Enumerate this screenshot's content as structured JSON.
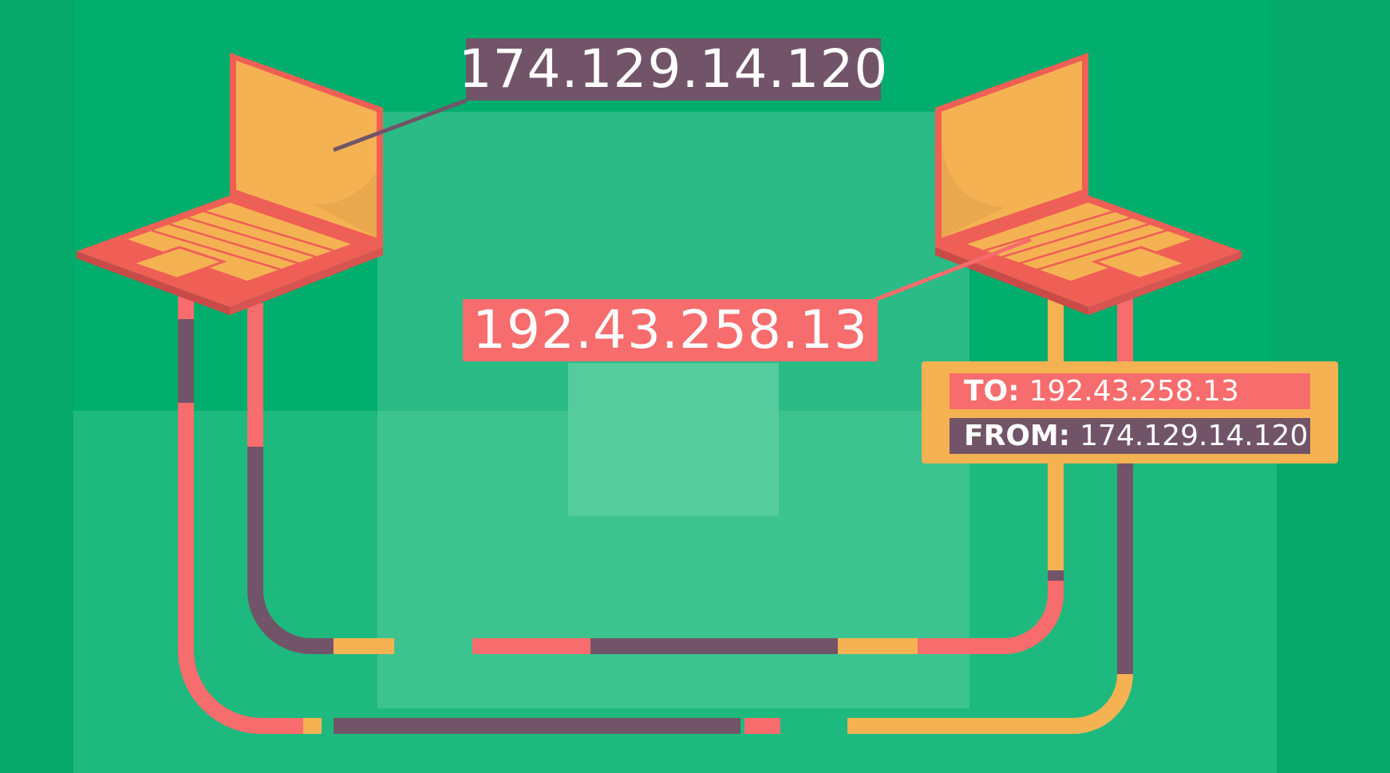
{
  "colors": {
    "background": "#00ad6c",
    "laptop_screen": "#f5b253",
    "laptop_body": "#ef5f56",
    "cable_red": "#f76c6c",
    "cable_purple": "#725468",
    "cable_yellow": "#f5b253"
  },
  "left_computer_ip": "174.129.14.120",
  "right_computer_ip": "192.43.258.13",
  "packet": {
    "to_label": "TO:",
    "to_value": "192.43.258.13",
    "from_label": "FROM:",
    "from_value": "174.129.14.120"
  },
  "icons": [
    "laptop-left-icon",
    "laptop-right-icon"
  ]
}
